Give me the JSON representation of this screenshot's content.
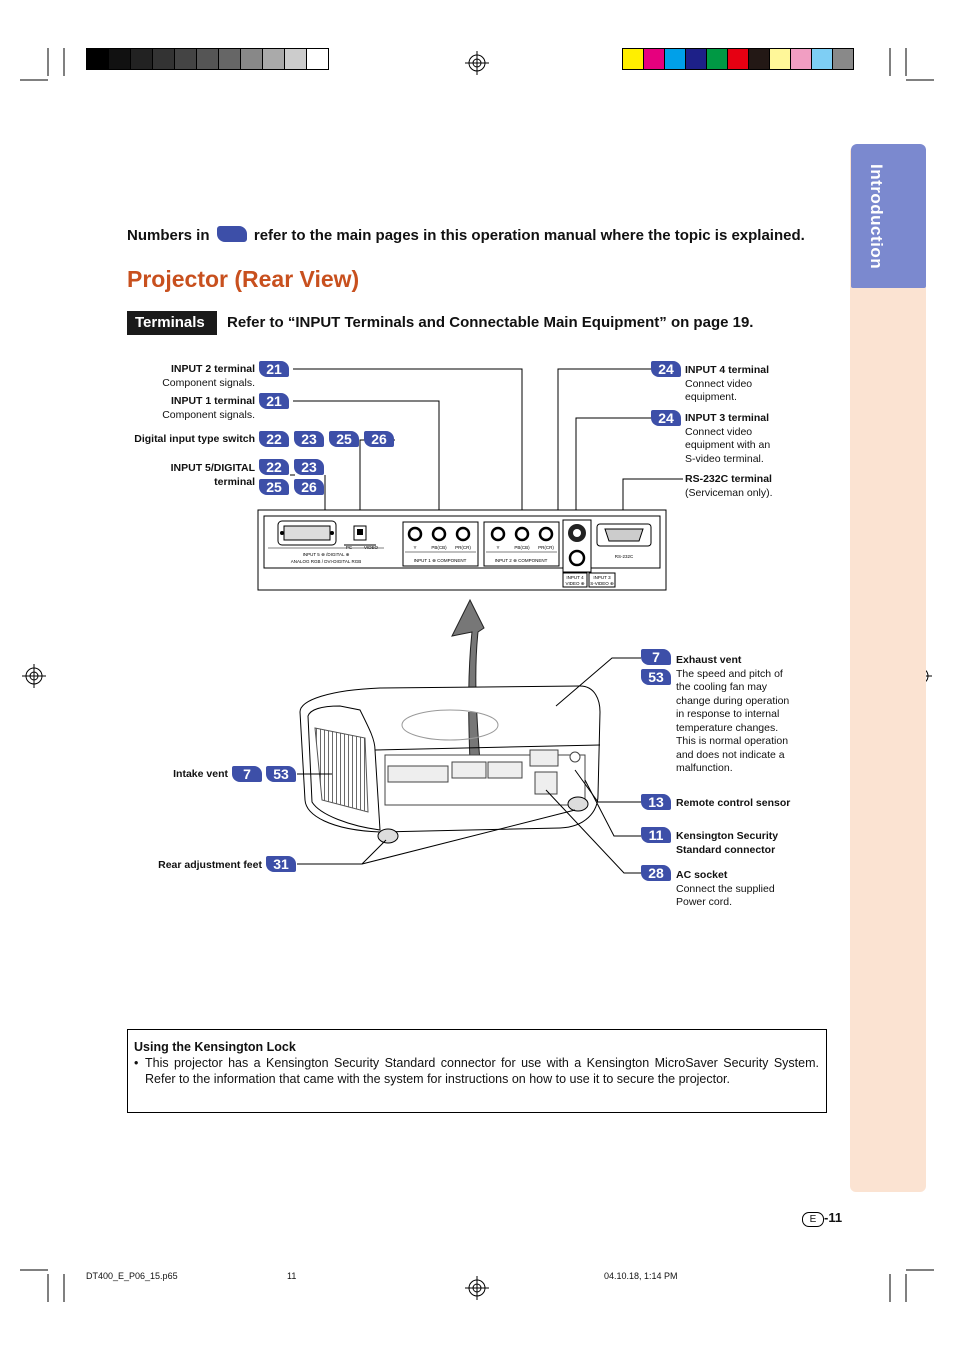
{
  "color_bar_left": [
    "#000000",
    "#111111",
    "#222222",
    "#333333",
    "#444444",
    "#555555",
    "#666666",
    "#888888",
    "#aaaaaa",
    "#cccccc",
    "#ffffff"
  ],
  "color_bar_right": [
    "#ffef00",
    "#e6007e",
    "#00a0e9",
    "#1d2088",
    "#009944",
    "#e60012",
    "#231815",
    "#fff799",
    "#f19ec2",
    "#7ecef4",
    "#898989"
  ],
  "side_tab": {
    "label": "Introduction",
    "color": "#7b89cf",
    "panel_color": "#fbe3d2"
  },
  "header_note": {
    "before": "Numbers in",
    "after": "refer to the main pages in this operation manual where the topic is explained."
  },
  "title": "Projector (Rear View)",
  "title_color": "#c8501e",
  "terminals": {
    "badge": "Terminals",
    "text": "Refer to “INPUT Terminals and Connectable Main Equipment” on page 19."
  },
  "callouts": {
    "input2": {
      "name": "INPUT 2 terminal",
      "desc": "Component signals.",
      "pages": [
        "21"
      ]
    },
    "input1": {
      "name": "INPUT 1 terminal",
      "desc": "Component signals.",
      "pages": [
        "21"
      ]
    },
    "digital_switch": {
      "name": "Digital input type switch",
      "pages": [
        "22",
        "23",
        "25",
        "26"
      ]
    },
    "input5": {
      "name_1": "INPUT 5/DIGITAL",
      "name_2": "terminal",
      "pages": [
        "22",
        "23",
        "25",
        "26"
      ]
    },
    "input4": {
      "name": "INPUT 4 terminal",
      "desc_1": "Connect video",
      "desc_2": "equipment.",
      "pages": [
        "24"
      ]
    },
    "input3": {
      "name": "INPUT 3 terminal",
      "desc_1": "Connect video",
      "desc_2": "equipment with an",
      "desc_3": "S-video terminal.",
      "pages": [
        "24"
      ]
    },
    "rs232c": {
      "name": "RS-232C terminal",
      "desc": "(Serviceman only)."
    },
    "exhaust": {
      "name": "Exhaust vent",
      "desc": [
        "The speed and pitch of",
        "the cooling fan may",
        "change during operation",
        "in response to internal",
        "temperature changes.",
        "This is normal operation",
        "and does not indicate a",
        "malfunction."
      ],
      "pages": [
        "7",
        "53"
      ]
    },
    "intake": {
      "name": "Intake vent",
      "pages": [
        "7",
        "53"
      ]
    },
    "remote": {
      "name": "Remote control sensor",
      "pages": [
        "13"
      ]
    },
    "kensington": {
      "name_1": "Kensington Security",
      "name_2": "Standard connector",
      "pages": [
        "11"
      ]
    },
    "feet": {
      "name": "Rear adjustment feet",
      "pages": [
        "31"
      ]
    },
    "ac": {
      "name": "AC socket",
      "desc_1": "Connect the supplied",
      "desc_2": "Power cord.",
      "pages": [
        "28"
      ]
    }
  },
  "panel_labels": {
    "input5_label_1": "INPUT 5 ⊕ /DIGITAL ⊕",
    "input5_label_2": "ANALOG RGB / DVI-DIGITAL RGB",
    "switch_pc": "PC",
    "switch_video": "VIDEO",
    "y": "Y",
    "pb": "PB(CB)",
    "pr": "PR(CR)",
    "input1_comp": "INPUT 1 ⊕ COMPONENT",
    "input2_comp": "INPUT 2 ⊕ COMPONENT",
    "input4_video": "INPUT 4",
    "video": "VIDEO ⊕",
    "input3_svideo": "INPUT 3",
    "svideo": "S-VIDEO ⊕",
    "rs232c": "RS-232C"
  },
  "kensington_box": {
    "title": "Using the Kensington Lock",
    "bullet": "This projector has a Kensington Security Standard connector for use with a Kensington MicroSaver Security System. Refer to the information that came with the system for instructions on how to use it to secure the projector."
  },
  "page_number": {
    "letter": "E",
    "number": "-11"
  },
  "footer": {
    "file": "DT400_E_P06_15.p65",
    "page": "11",
    "date": "04.10.18, 1:14 PM"
  },
  "accent_blue": "#3d4fa8"
}
